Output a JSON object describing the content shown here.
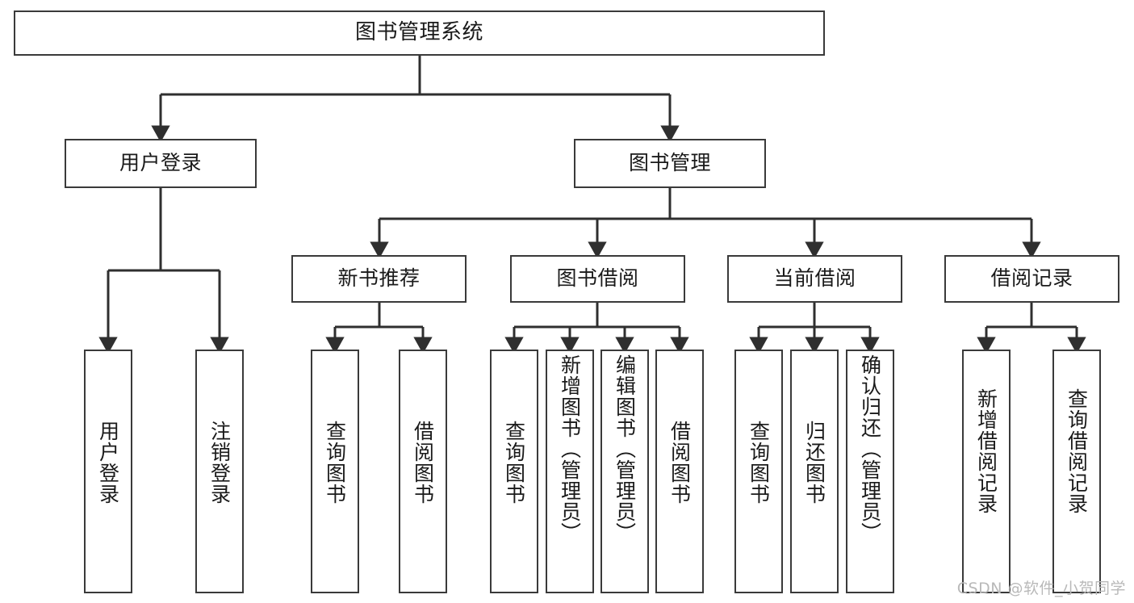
{
  "diagram": {
    "type": "tree-hierarchy",
    "title": "图书管理系统",
    "watermark": "CSDN @软件_小贺同学",
    "colors": {
      "box_border": "#3a3a3a",
      "box_fill": "#ffffff",
      "connector": "#2f2f2f",
      "text": "#1a1a1a",
      "watermark": "#b9b9b9",
      "background": "#ffffff"
    },
    "levels": {
      "level1": [
        "图书管理系统"
      ],
      "level2": [
        "用户登录",
        "图书管理"
      ],
      "level3": [
        "新书推荐",
        "图书借阅",
        "当前借阅",
        "借阅记录"
      ],
      "level4": [
        "用户登录",
        "注销登录",
        "查询图书",
        "借阅图书",
        "查询图书",
        "新增图书（管理员）",
        "编辑图书（管理员）",
        "借阅图书",
        "查询图书",
        "归还图书",
        "确认归还（管理员）",
        "新增借阅记录",
        "查询借阅记录"
      ]
    },
    "nodes": {
      "root": {
        "label": "图书管理系统"
      },
      "user_login": {
        "label": "用户登录"
      },
      "book_manage": {
        "label": "图书管理"
      },
      "new_book_rec": {
        "label": "新书推荐"
      },
      "book_borrow": {
        "label": "图书借阅"
      },
      "current_borrow": {
        "label": "当前借阅"
      },
      "borrow_record": {
        "label": "借阅记录"
      },
      "leaf_user_login": {
        "label": "用户登录"
      },
      "leaf_logout": {
        "label": "注销登录"
      },
      "leaf_query_book_1": {
        "label": "查询图书"
      },
      "leaf_borrow_book_1": {
        "label": "借阅图书"
      },
      "leaf_query_book_2": {
        "label": "查询图书"
      },
      "leaf_add_book": {
        "label": "新增图书（管理员）"
      },
      "leaf_edit_book": {
        "label": "编辑图书（管理员）"
      },
      "leaf_borrow_book_2": {
        "label": "借阅图书"
      },
      "leaf_query_book_3": {
        "label": "查询图书"
      },
      "leaf_return_book": {
        "label": "归还图书"
      },
      "leaf_confirm_return": {
        "label": "确认归还（管理员）"
      },
      "leaf_add_record": {
        "label": "新增借阅记录"
      },
      "leaf_query_record": {
        "label": "查询借阅记录"
      }
    },
    "edges": [
      {
        "from": "root",
        "to": "user_login"
      },
      {
        "from": "root",
        "to": "book_manage"
      },
      {
        "from": "user_login",
        "to": "leaf_user_login"
      },
      {
        "from": "user_login",
        "to": "leaf_logout"
      },
      {
        "from": "book_manage",
        "to": "new_book_rec"
      },
      {
        "from": "book_manage",
        "to": "book_borrow"
      },
      {
        "from": "book_manage",
        "to": "current_borrow"
      },
      {
        "from": "book_manage",
        "to": "borrow_record"
      },
      {
        "from": "new_book_rec",
        "to": "leaf_query_book_1"
      },
      {
        "from": "new_book_rec",
        "to": "leaf_borrow_book_1"
      },
      {
        "from": "book_borrow",
        "to": "leaf_query_book_2"
      },
      {
        "from": "book_borrow",
        "to": "leaf_add_book"
      },
      {
        "from": "book_borrow",
        "to": "leaf_edit_book"
      },
      {
        "from": "book_borrow",
        "to": "leaf_borrow_book_2"
      },
      {
        "from": "current_borrow",
        "to": "leaf_query_book_3"
      },
      {
        "from": "current_borrow",
        "to": "leaf_return_book"
      },
      {
        "from": "current_borrow",
        "to": "leaf_confirm_return"
      },
      {
        "from": "borrow_record",
        "to": "leaf_add_record"
      },
      {
        "from": "borrow_record",
        "to": "leaf_query_record"
      }
    ]
  }
}
